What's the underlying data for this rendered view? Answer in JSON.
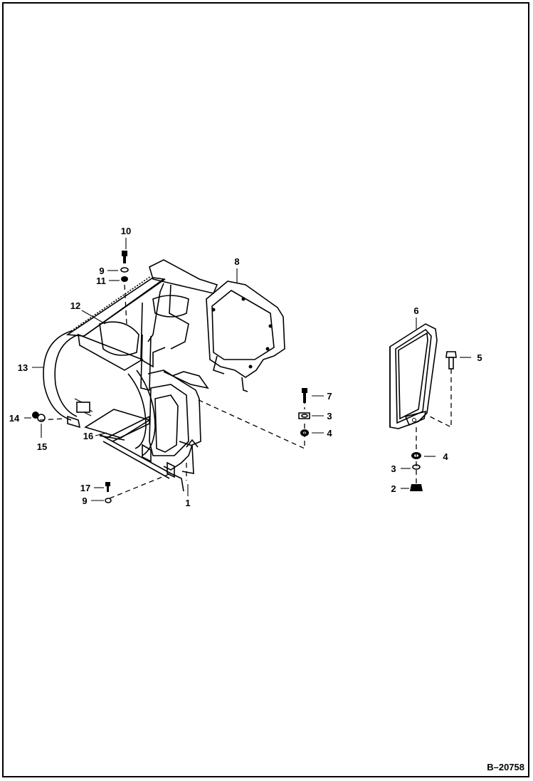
{
  "figure": {
    "reference_code": "B–20758",
    "callouts": [
      {
        "id": "c10",
        "text": "10"
      },
      {
        "id": "c9a",
        "text": "9"
      },
      {
        "id": "c11",
        "text": "11"
      },
      {
        "id": "c8",
        "text": "8"
      },
      {
        "id": "c12",
        "text": "12"
      },
      {
        "id": "c13",
        "text": "13"
      },
      {
        "id": "c14",
        "text": "14"
      },
      {
        "id": "c15",
        "text": "15"
      },
      {
        "id": "c16",
        "text": "16"
      },
      {
        "id": "c17",
        "text": "17"
      },
      {
        "id": "c9b",
        "text": "9"
      },
      {
        "id": "c1",
        "text": "1"
      },
      {
        "id": "c7",
        "text": "7"
      },
      {
        "id": "c3a",
        "text": "3"
      },
      {
        "id": "c4a",
        "text": "4"
      },
      {
        "id": "c6",
        "text": "6"
      },
      {
        "id": "c5",
        "text": "5"
      },
      {
        "id": "c4b",
        "text": "4"
      },
      {
        "id": "c3b",
        "text": "3"
      },
      {
        "id": "c2",
        "text": "2"
      }
    ]
  }
}
